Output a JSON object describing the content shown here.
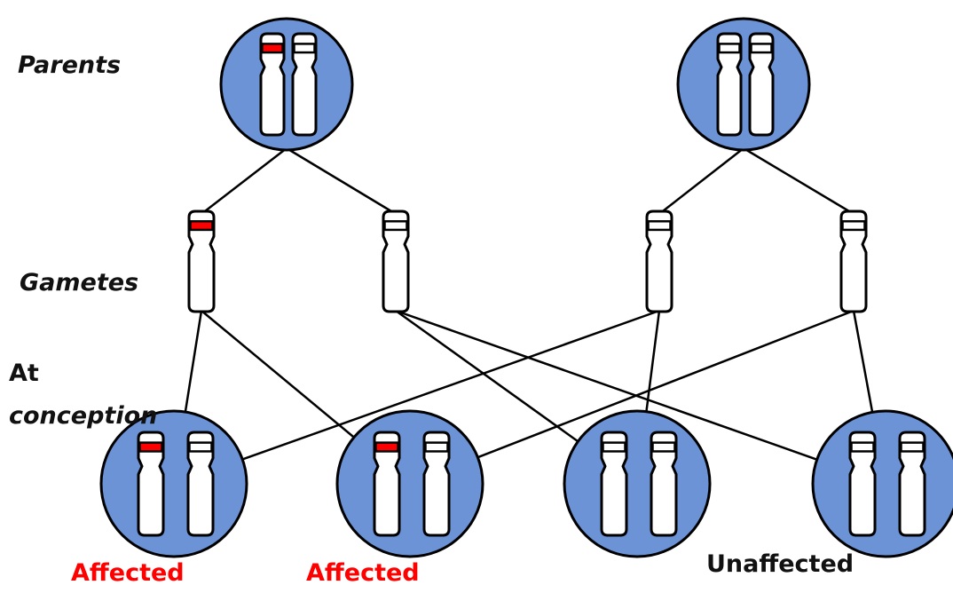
{
  "labels": {
    "parents": "Parents",
    "gametes": "Gametes",
    "conception_line1": "At",
    "conception_line2": "conception"
  },
  "outcomes": [
    "Affected",
    "Affected",
    "Unaffected"
  ],
  "colors": {
    "cell_fill": "#6b93d6",
    "outline": "#000000",
    "mutant_band": "#ff0000",
    "normal_band": "#ffffff",
    "affected_text": "#ff0000",
    "unaffected_text": "#111111"
  },
  "parents": [
    {
      "id": "parent-1",
      "chromosomes": [
        "mutant",
        "normal"
      ]
    },
    {
      "id": "parent-2",
      "chromosomes": [
        "normal",
        "normal"
      ]
    }
  ],
  "gametes": [
    {
      "id": "gamete-1",
      "from": "parent-1",
      "band": "mutant"
    },
    {
      "id": "gamete-2",
      "from": "parent-1",
      "band": "normal"
    },
    {
      "id": "gamete-3",
      "from": "parent-2",
      "band": "normal"
    },
    {
      "id": "gamete-4",
      "from": "parent-2",
      "band": "normal"
    }
  ],
  "offspring": [
    {
      "id": "child-1",
      "gametes": [
        "gamete-1",
        "gamete-3"
      ],
      "chromosomes": [
        "mutant",
        "normal"
      ]
    },
    {
      "id": "child-2",
      "gametes": [
        "gamete-1",
        "gamete-4"
      ],
      "chromosomes": [
        "mutant",
        "normal"
      ]
    },
    {
      "id": "child-3",
      "gametes": [
        "gamete-2",
        "gamete-3"
      ],
      "chromosomes": [
        "normal",
        "normal"
      ]
    },
    {
      "id": "child-4",
      "gametes": [
        "gamete-2",
        "gamete-4"
      ],
      "chromosomes": [
        "normal",
        "normal"
      ]
    }
  ]
}
